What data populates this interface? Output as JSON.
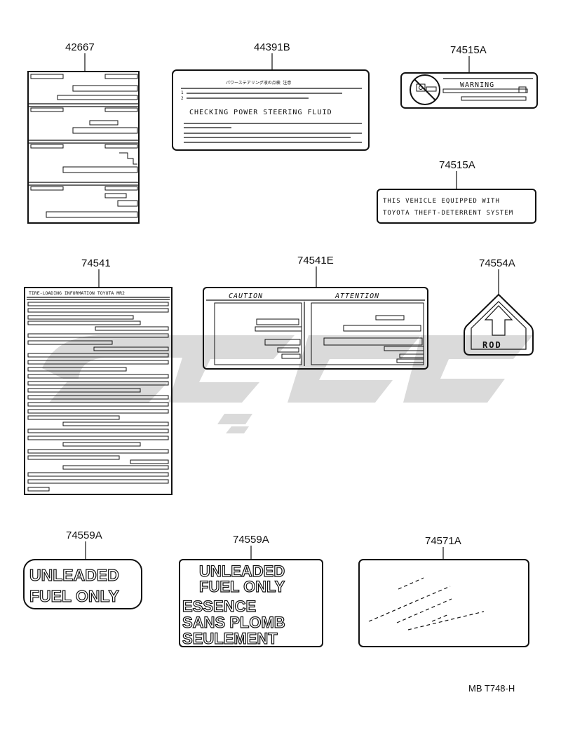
{
  "parts": [
    {
      "number": "42667"
    },
    {
      "number": "44391B",
      "label_jp": "パワーステアリング液の点検 注意",
      "label": "CHECKING POWER STEERING FLUID"
    },
    {
      "number": "74515A",
      "label": "WARNING",
      "icon": "no-key-icon"
    },
    {
      "number": "74515A",
      "label_line1": "THIS VEHICLE EQUIPPED WITH",
      "label_line2": "TOYOTA THEFT-DETERRENT SYSTEM"
    },
    {
      "number": "74541",
      "label": "TIRE-LOADING INFORMATION TOYOTA MR2"
    },
    {
      "number": "74541E",
      "label_left": "CAUTION",
      "label_right": "ATTENTION"
    },
    {
      "number": "74554A",
      "label": "ROD",
      "icon": "up-arrow-icon"
    },
    {
      "number": "74559A",
      "label_line1": "UNLEADED",
      "label_line2": "FUEL ONLY"
    },
    {
      "number": "74559A",
      "label_line1": "UNLEADED",
      "label_line2": "FUEL ONLY",
      "label_line3": "ESSENCE",
      "label_line4": "SANS PLOMB",
      "label_line5": "SEULEMENT"
    },
    {
      "number": "74571A"
    }
  ],
  "diagram_ref": "MB T748-H",
  "colors": {
    "ink": "#111111",
    "watermark": "#d3d3d3",
    "background": "#ffffff"
  }
}
